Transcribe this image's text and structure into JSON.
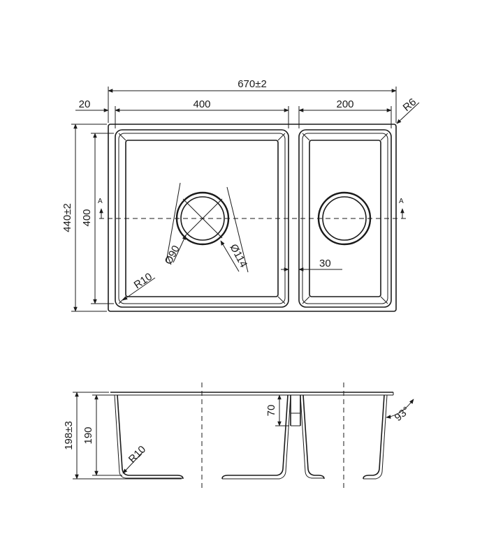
{
  "plan_view": {
    "overall_width": "670±2",
    "offset_left": "20",
    "large_bowl_width": "400",
    "small_bowl_width": "200",
    "corner_radius": "R6",
    "overall_depth": "440±2",
    "bowl_depth": "400",
    "section_mark_left": "A",
    "section_mark_right": "A",
    "drain_inner": "Ø90",
    "drain_outer": "Ø114",
    "inner_radius": "R10",
    "divider_width": "30"
  },
  "section_view": {
    "total_height": "198±3",
    "bowl_height": "190",
    "bottom_radius": "R10",
    "divider_drop": "70",
    "wall_angle": "93°"
  }
}
